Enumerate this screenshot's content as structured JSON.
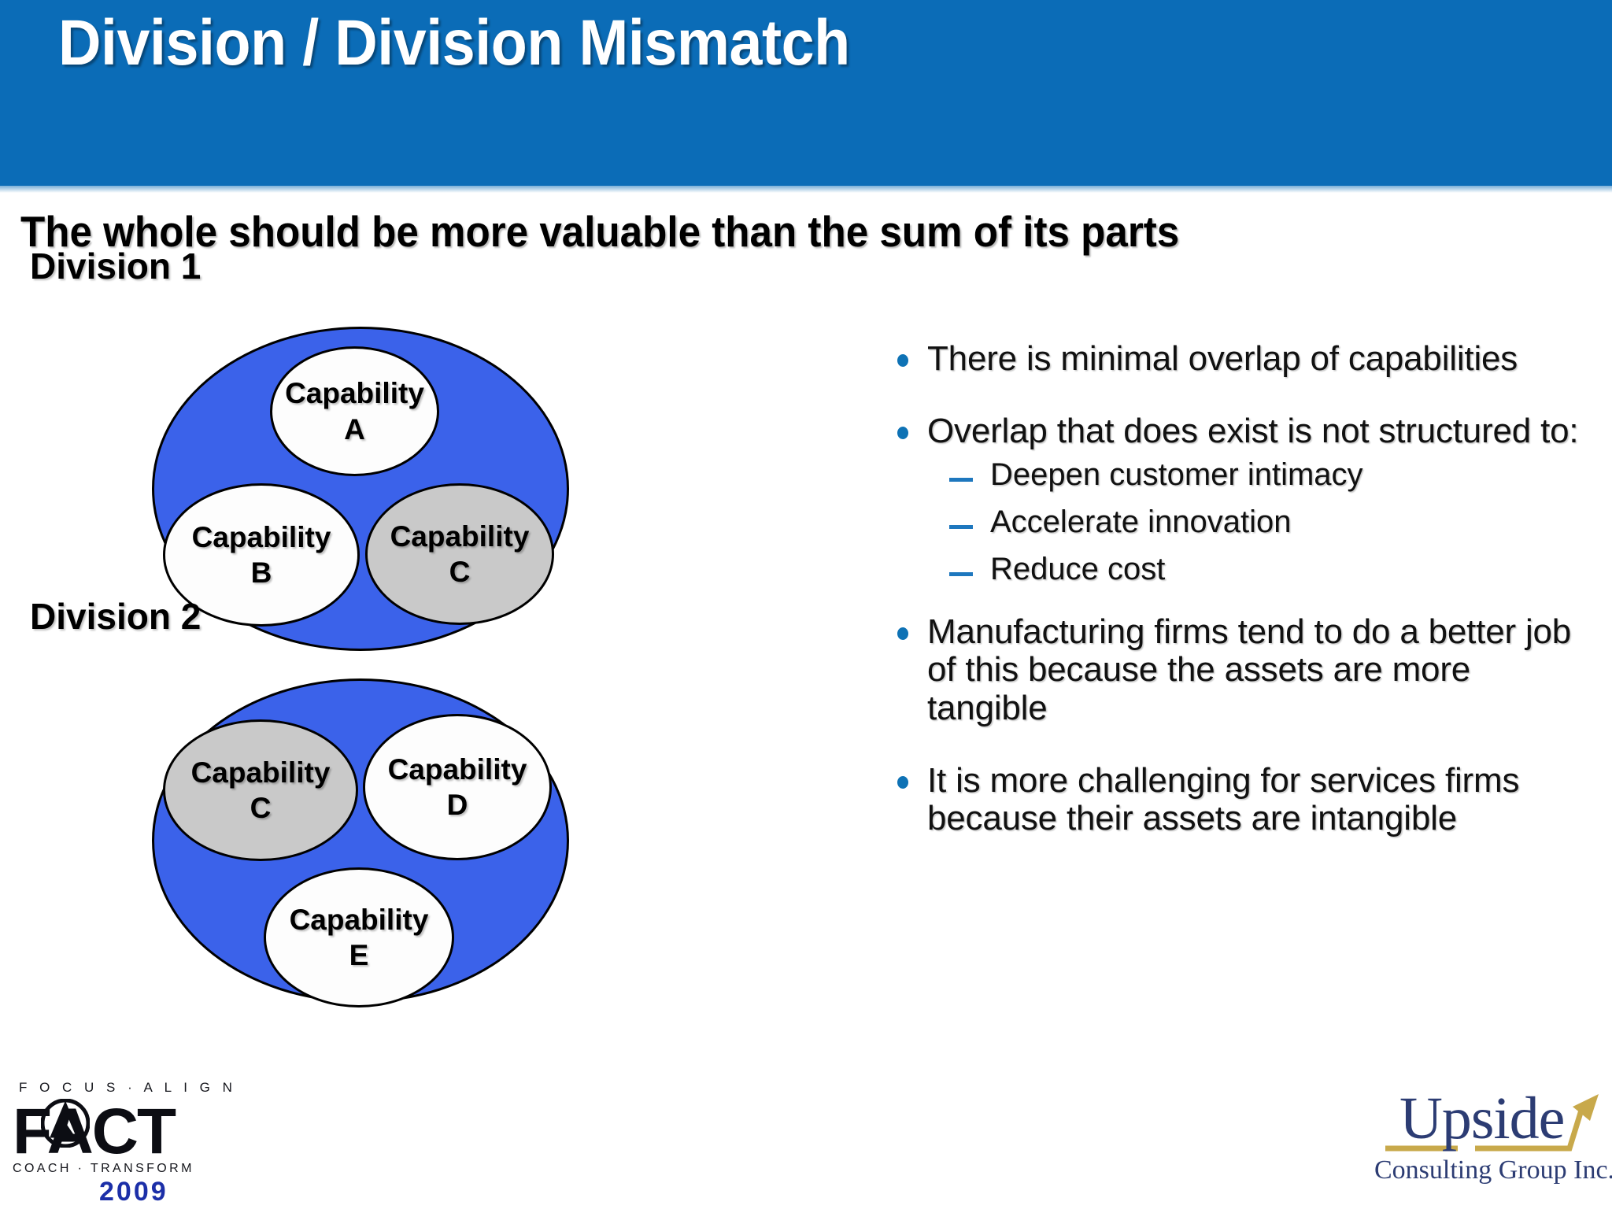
{
  "slide": {
    "title": "Division / Division Mismatch",
    "subtitle": "The whole should be more valuable than the sum of its parts",
    "title_bar_color": "#0B6CB7",
    "accent_blue": "#0E72B5",
    "ellipse_blue": "#3B62EA",
    "ellipse_grey": "#C9C9C9"
  },
  "diagram": {
    "division_1": {
      "label": "Division 1",
      "capabilities": [
        {
          "name": "Capability",
          "letter": "A",
          "fill": "white"
        },
        {
          "name": "Capability",
          "letter": "B",
          "fill": "white"
        },
        {
          "name": "Capability",
          "letter": "C",
          "fill": "grey"
        }
      ]
    },
    "division_2": {
      "label": "Division 2",
      "capabilities": [
        {
          "name": "Capability",
          "letter": "C",
          "fill": "grey"
        },
        {
          "name": "Capability",
          "letter": "D",
          "fill": "white"
        },
        {
          "name": "Capability",
          "letter": "E",
          "fill": "white"
        }
      ]
    }
  },
  "bullets": [
    {
      "text": "There is minimal overlap of capabilities",
      "sub": []
    },
    {
      "text": "Overlap that does exist is not structured to:",
      "sub": [
        "Deepen customer intimacy",
        "Accelerate innovation",
        "Reduce cost"
      ]
    },
    {
      "text": "Manufacturing firms tend to do a better job of this because the assets are more tangible",
      "sub": []
    },
    {
      "text": "It is more challenging for services firms because their assets are intangible",
      "sub": []
    }
  ],
  "fact_logo": {
    "top_line": "F O C U S  ·  A L I G N",
    "word": "FACT",
    "bottom_line": "COACH · TRANSFORM",
    "year": "2009",
    "year_color": "#1C2FA8"
  },
  "upside_logo": {
    "word": "Upside",
    "tagline": "Consulting Group Inc.",
    "text_color": "#2C3C73",
    "arrow_color": "#C8A94B"
  }
}
